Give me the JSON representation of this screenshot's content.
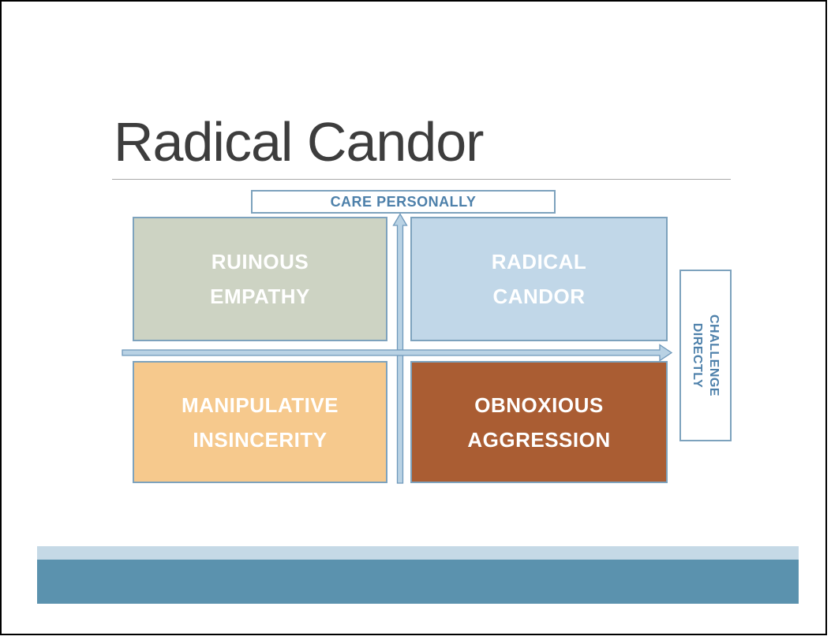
{
  "slide": {
    "title": "Radical Candor",
    "axis_top": {
      "label": "CARE PERSONALLY"
    },
    "axis_right": {
      "line1": "CHALLENGE",
      "line2": "DIRECTLY"
    },
    "quadrants": {
      "top_left": {
        "line1": "RUINOUS",
        "line2": "EMPATHY",
        "bg": "#cdd3c3"
      },
      "top_right": {
        "line1": "RADICAL",
        "line2": "CANDOR",
        "bg": "#c1d7e8"
      },
      "bottom_left": {
        "line1": "MANIPULATIVE",
        "line2": "INSINCERITY",
        "bg": "#f6c98d"
      },
      "bottom_right": {
        "line1": "OBNOXIOUS",
        "line2": "AGGRESSION",
        "bg": "#aa5d33"
      }
    },
    "colors": {
      "title_text": "#3d3d3d",
      "axis_label_text": "#4d80aa",
      "box_border": "#7da2bd",
      "quadrant_text": "#ffffff",
      "arrow_fill": "#b9d2e4",
      "arrow_stroke": "#6f99bb",
      "footer_light_bar": "#c5d9e6",
      "footer_dark_bar": "#5b92ae",
      "slide_border": "#000000"
    }
  }
}
